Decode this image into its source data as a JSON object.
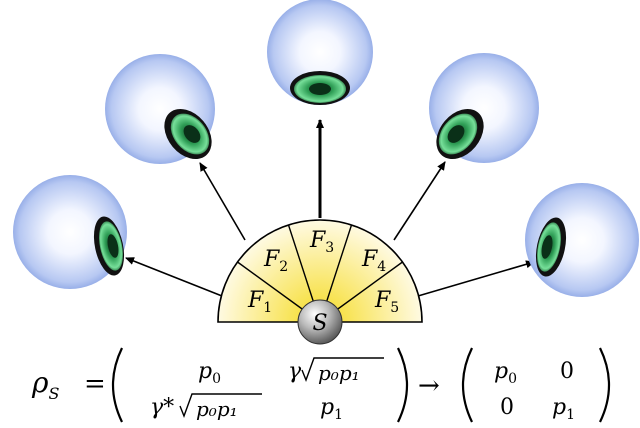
{
  "fragments": [
    {
      "sym": "F",
      "sub": "1"
    },
    {
      "sym": "F",
      "sub": "2"
    },
    {
      "sym": "F",
      "sub": "3"
    },
    {
      "sym": "F",
      "sub": "4"
    },
    {
      "sym": "F",
      "sub": "5"
    }
  ],
  "source_label": "S",
  "equation": {
    "lhs_symbol": "ρ",
    "lhs_sub": "S",
    "equals": "=",
    "m1_a": "p",
    "m1_a_sub": "0",
    "m1_b_coef": "γ",
    "m1_b_rad": "p₀p₁",
    "m1_c_coef": "γ*",
    "m1_c_rad": "p₀p₁",
    "m1_d": "p",
    "m1_d_sub": "1",
    "arrow": "→",
    "m2_a": "p",
    "m2_a_sub": "0",
    "m2_b": "0",
    "m2_c": "0",
    "m2_d": "p",
    "m2_d_sub": "1"
  },
  "colors": {
    "fan_fill_inner": "#f7e040",
    "fan_fill_outer": "#fffbe8",
    "eye_sclera_light": "#ffffff",
    "eye_sclera_dark": "#8aa6e6",
    "iris_dark": "#0e5a2a",
    "iris_light": "#6bdc8a",
    "source_light": "#ffffff",
    "source_dark": "#5c5c5c"
  }
}
